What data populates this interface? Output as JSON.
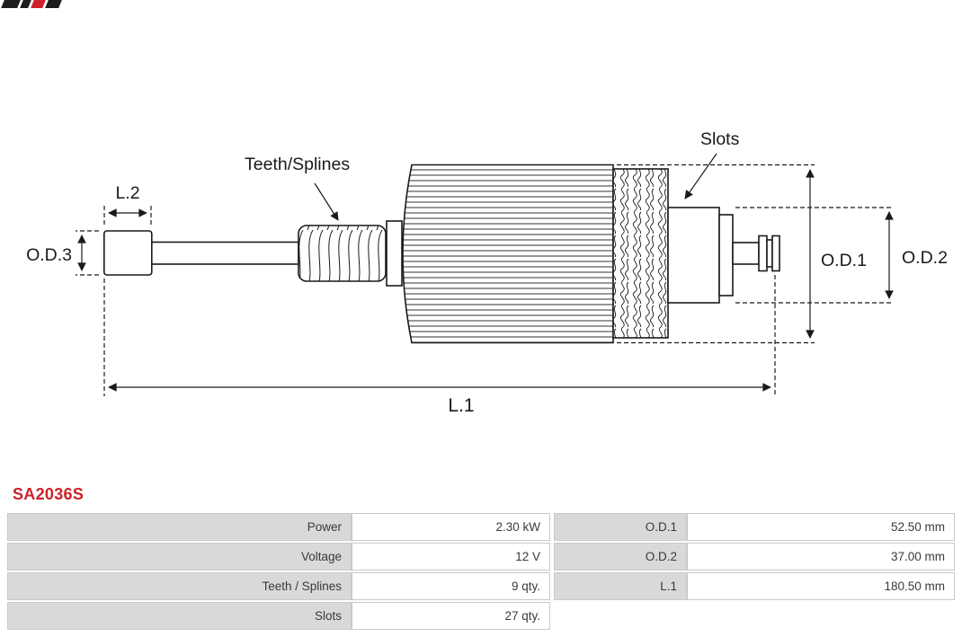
{
  "brand": {
    "logo_icon": "as-pl-logo-fragment",
    "accent": "#cc2128"
  },
  "part_number": "SA2036S",
  "diagram": {
    "type": "starter-armature-technical-drawing",
    "labels": {
      "slots": "Slots",
      "teeth_splines": "Teeth/Splines",
      "l1": "L.1",
      "l2": "L.2",
      "od1": "O.D.1",
      "od2": "O.D.2",
      "od3": "O.D.3"
    }
  },
  "specs": {
    "left": [
      {
        "label": "Power",
        "value": "2.30 kW"
      },
      {
        "label": "Voltage",
        "value": "12 V"
      },
      {
        "label": "Teeth / Splines",
        "value": "9 qty."
      },
      {
        "label": "Slots",
        "value": "27 qty."
      }
    ],
    "right": [
      {
        "label": "O.D.1",
        "value": "52.50 mm"
      },
      {
        "label": "O.D.2",
        "value": "37.00 mm"
      },
      {
        "label": "L.1",
        "value": "180.50 mm"
      }
    ]
  },
  "colors": {
    "accent": "#cc2128",
    "table_label_bg": "#d9d9d9",
    "table_border": "#c9c9c9",
    "table_text": "#3a3a3a",
    "line": "#1a1a1a"
  }
}
